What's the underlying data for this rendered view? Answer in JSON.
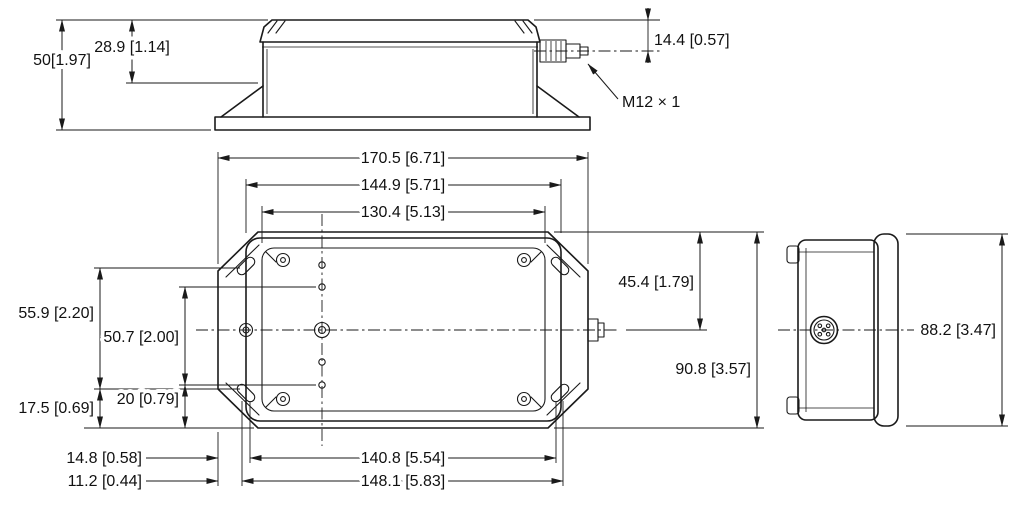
{
  "colors": {
    "line": "#1a1a1a",
    "background": "#ffffff"
  },
  "top_view": {
    "dims": {
      "overall_height": "50[1.97]",
      "body_height": "28.9 [1.14]",
      "connector_offset": "14.4 [0.57]"
    },
    "labels": {
      "connector_thread": "M12 × 1"
    }
  },
  "front_view": {
    "dims": {
      "overall_width": "170.5 [6.71]",
      "cover_width": "144.9 [5.71]",
      "inner_cover_width": "130.4 [5.13]",
      "center_offset_top": "45.4 [1.79]",
      "overall_height": "90.8 [3.57]",
      "hole_span_outer": "55.9 [2.20]",
      "hole_span_inner": "50.7 [2.00]",
      "hole_offset_bottom": "20 [0.79]",
      "slot_offset_bottom": "17.5 [0.69]",
      "slot_offset_left_inner": "14.8 [0.58]",
      "slot_offset_left_outer": "11.2 [0.44]",
      "slot_span_inner": "140.8 [5.54]",
      "slot_span_outer": "148.1 [5.83]"
    }
  },
  "side_view": {
    "dims": {
      "overall_height": "88.2 [3.47]"
    }
  }
}
